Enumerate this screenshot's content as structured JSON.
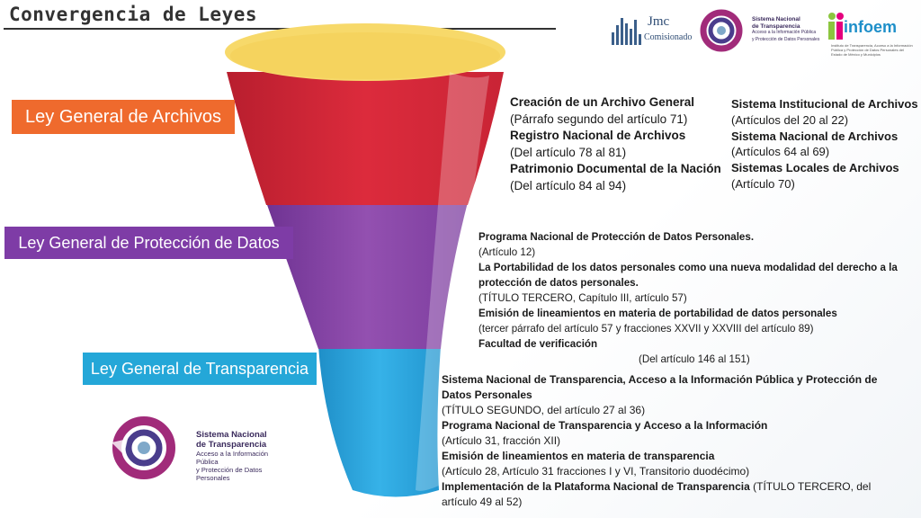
{
  "title": "Convergencia de Leyes",
  "logos": {
    "jmc": {
      "name": "Jmc",
      "subtitle": "Comisionado"
    },
    "snt_top": {
      "line1": "Sistema Nacional",
      "line2": "de Transparencia",
      "line3": "Acceso a la Información Pública",
      "line4": "y Protección de Datos Personales"
    },
    "infoem": {
      "name": "infoem",
      "subtitle": "Instituto de Transparencia, Acceso a la Información Pública y Protección de Datos Personales del Estado de México y Municipios"
    },
    "snt_bottom": {
      "line1": "Sistema Nacional",
      "line2": "de Transparencia",
      "line3": "Acceso a la Información Pública",
      "line4": "y Protección de Datos Personales"
    }
  },
  "laws": {
    "archivos": "Ley General de Archivos",
    "datos": "Ley General de Protección de Datos",
    "transparencia": "Ley General de Transparencia"
  },
  "archivos_col_a": [
    {
      "bold": "Creación de un Archivo General",
      "ref": "(Párrafo segundo del artículo 71)"
    },
    {
      "bold": "Registro Nacional de Archivos",
      "ref": "(Del artículo 78 al 81)"
    },
    {
      "bold": "Patrimonio Documental de la Nación",
      "ref": "(Del artículo 84 al 94)"
    }
  ],
  "archivos_col_b": [
    {
      "bold": "Sistema Institucional de Archivos",
      "ref": "(Artículos del 20 al 22)"
    },
    {
      "bold": "Sistema Nacional de Archivos",
      "ref": "(Artículos 64 al 69)"
    },
    {
      "bold": "Sistemas Locales de Archivos",
      "ref": "(Artículo 70)"
    }
  ],
  "datos_items": [
    {
      "bold": "Programa Nacional de Protección de Datos Personales.",
      "ref": "(Artículo 12)"
    },
    {
      "bold": "La Portabilidad de los datos personales como una nueva modalidad del derecho a la protección de datos personales.",
      "ref": "(TÍTULO TERCERO, Capítulo III, artículo 57)"
    },
    {
      "bold": "Emisión de lineamientos en materia de portabilidad de datos personales",
      "ref": "(tercer párrafo del artículo 57 y fracciones XXVII y XXVIII del artículo 89)"
    },
    {
      "bold": "Facultad de verificación",
      "ref": "(Del artículo 146 al 151)"
    }
  ],
  "trans_items": [
    {
      "bold": "Sistema Nacional de Transparencia, Acceso a la Información Pública y Protección de Datos Personales",
      "ref": "(TÍTULO SEGUNDO, del artículo 27 al 36)"
    },
    {
      "bold": "Programa Nacional de Transparencia y Acceso a la Información",
      "ref": "(Artículo 31, fracción XII)"
    },
    {
      "bold": "Emisión de lineamientos en materia de transparencia",
      "ref": "(Artículo 28, Artículo 31 fracciones I y VI, Transitorio duodécimo)"
    },
    {
      "bold": "Implementación de la Plataforma Nacional de Transparencia",
      "ref_inline": " (TÍTULO TERCERO, del artículo 49 al 52)"
    }
  ],
  "colors": {
    "archivos": "#d9283a",
    "datos": "#8b48a8",
    "transparencia": "#2aa6de",
    "rim": "#f7d96a",
    "label_archivos": "#ef6a2d",
    "label_datos": "#7e3ca6",
    "label_trans": "#24a7d8"
  }
}
